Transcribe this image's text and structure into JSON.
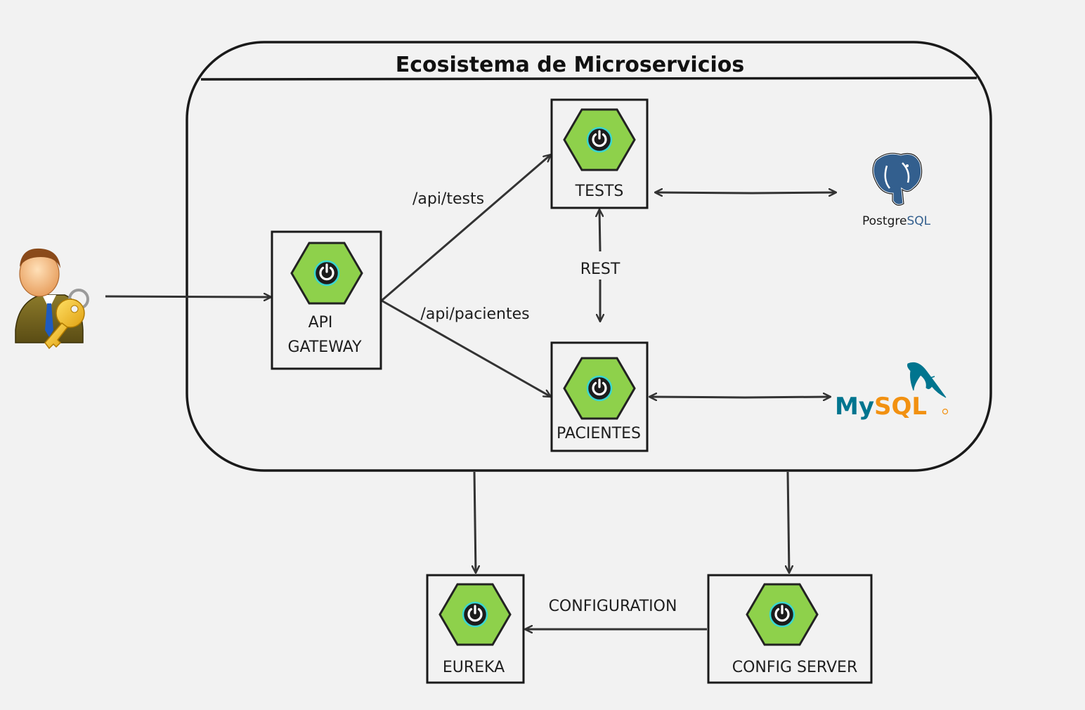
{
  "diagram": {
    "title": "Ecosistema de Microservicios",
    "services": {
      "gateway": {
        "line1": "API",
        "line2": "GATEWAY"
      },
      "tests": {
        "label": "TESTS"
      },
      "pacientes": {
        "label": "PACIENTES"
      },
      "eureka": {
        "label": "EUREKA"
      },
      "config": {
        "label": "CONFIG SERVER"
      }
    },
    "edges": {
      "to_tests": "/api/tests",
      "to_pacientes": "/api/pacientes",
      "rest": "REST",
      "configuration": "CONFIGURATION"
    },
    "databases": {
      "postgres_part1": "Postgre",
      "postgres_part2": "SQL",
      "mysql_part1": "My",
      "mysql_part2": "SQL"
    },
    "icons": {
      "service": "spring-power-hexagon-icon",
      "user": "user-with-key-icon",
      "postgres": "postgresql-elephant-icon",
      "mysql": "mysql-dolphin-icon"
    },
    "colors": {
      "hexagon_fill": "#8ed14b",
      "hexagon_stroke": "#222222",
      "power_glow": "#3ad6d0",
      "postgres_blue": "#335f8e",
      "mysql_blue": "#00758f",
      "mysql_orange": "#f29111"
    }
  }
}
